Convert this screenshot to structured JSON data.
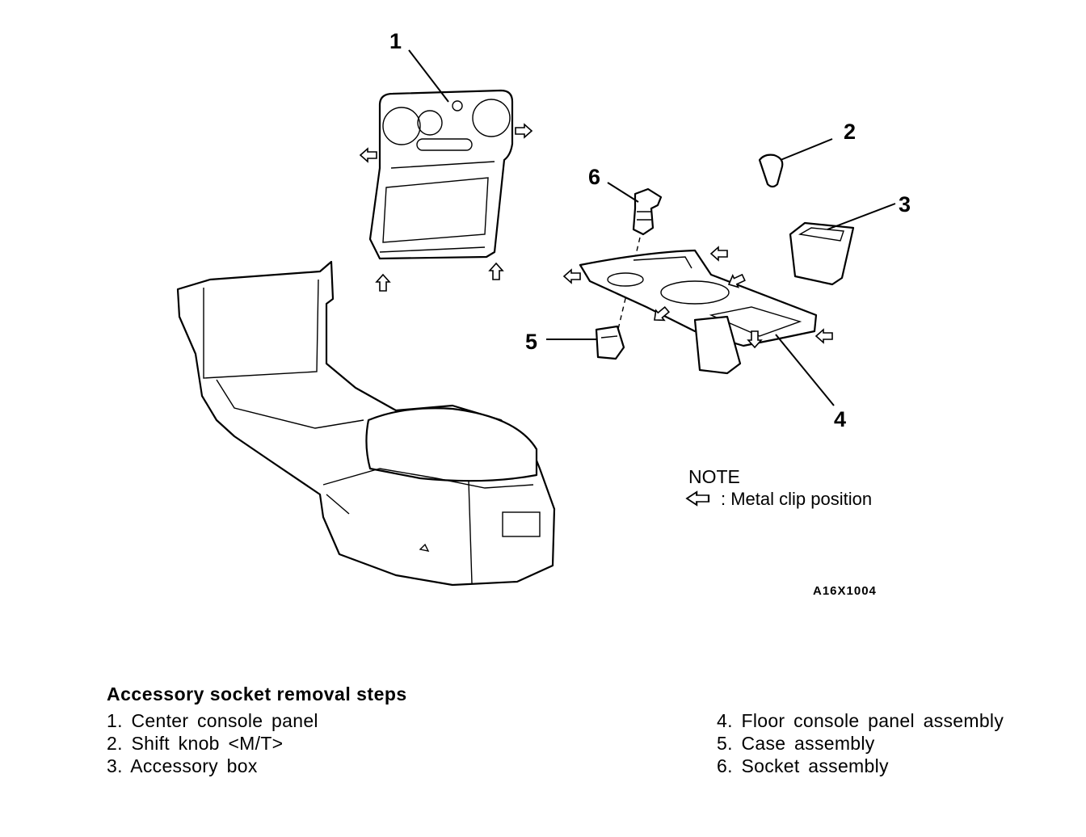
{
  "callouts": [
    "1",
    "2",
    "3",
    "4",
    "5",
    "6"
  ],
  "note": {
    "title": "NOTE",
    "legend_text": ": Metal clip position",
    "legend_icon": "hollow-arrow-icon"
  },
  "figure_code": "A16X1004",
  "steps": {
    "title": "Accessory socket removal steps",
    "left": [
      "1. Center console panel",
      "2. Shift knob <M/T>",
      "3. Accessory box"
    ],
    "right": [
      "4. Floor console panel assembly",
      "5. Case assembly",
      "6. Socket assembly"
    ]
  }
}
